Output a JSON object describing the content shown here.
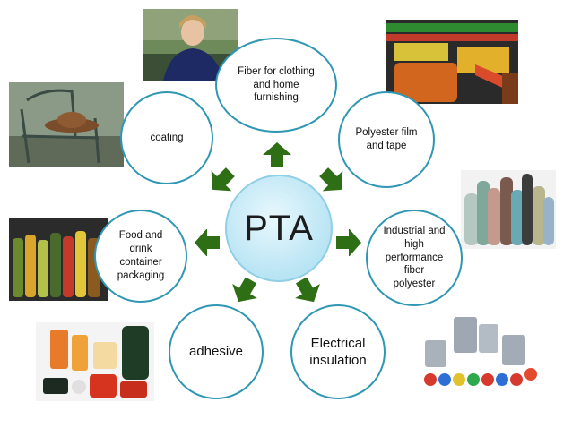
{
  "diagram": {
    "center_label": "PTA",
    "colors": {
      "circle_border": "#2f97b4",
      "hub_fill": "#bfe7f5",
      "arrow": "#2e6f16"
    },
    "nodes": {
      "fiber": {
        "lines": [
          "Fiber for clothing",
          "and home",
          "furnishing"
        ]
      },
      "film": {
        "lines": [
          "Polyester film",
          "and tape"
        ]
      },
      "industrial": {
        "lines": [
          "Industrial and",
          "high",
          "performance",
          "fiber",
          "polyester"
        ]
      },
      "electrical": {
        "lines": [
          "Electrical",
          "insulation"
        ]
      },
      "adhesive": {
        "lines": [
          "adhesive"
        ]
      },
      "food": {
        "lines": [
          "Food and",
          "drink",
          "container",
          "packaging"
        ]
      },
      "coating": {
        "lines": [
          "coating"
        ]
      }
    },
    "photos": [
      {
        "name": "woman-portrait-photo"
      },
      {
        "name": "polyester-tape-rolls-photo"
      },
      {
        "name": "yarn-spools-photo"
      },
      {
        "name": "electrical-sockets-photo"
      },
      {
        "name": "adhesive-tubes-photo"
      },
      {
        "name": "bottles-photo"
      },
      {
        "name": "chair-with-hat-photo"
      }
    ]
  }
}
